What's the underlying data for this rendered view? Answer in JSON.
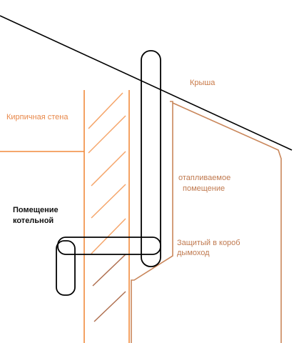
{
  "labels": {
    "roof": "Крыша",
    "brick_wall": "Кирпичная стена",
    "heated_room_line1": "отапливаемое",
    "heated_room_line2": "помещение",
    "boiler_room_line1": "Помещение",
    "boiler_room_line2": "котельной",
    "chimney_line1": "Защитый в короб",
    "chimney_line2": "дымоход"
  },
  "colors": {
    "outline": "#000000",
    "wall": "#f28a3c",
    "heated_room": "#c9865a",
    "hatch_light": "#f5a56a",
    "hatch_dark": "#b07050"
  }
}
